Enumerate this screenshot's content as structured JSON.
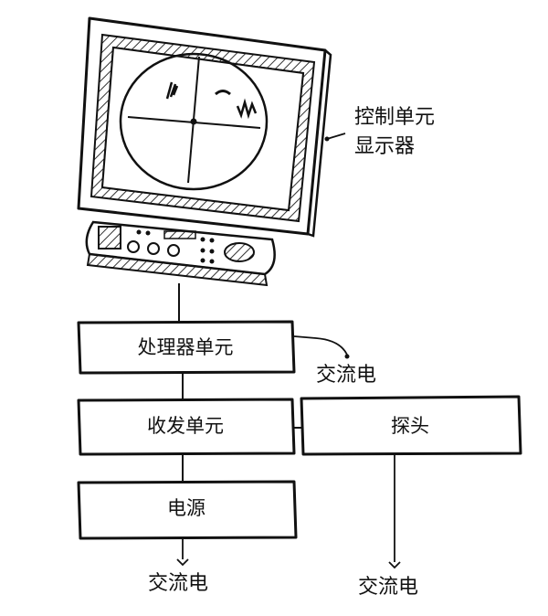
{
  "monitor": {
    "label_line1": "控制单元",
    "label_line2": "显示器"
  },
  "blocks": {
    "processor": "处理器单元",
    "transceiver": "收发单元",
    "power": "电源",
    "probe": "探头"
  },
  "ac_labels": {
    "processor_ac": "交流电",
    "power_ac": "交流电",
    "probe_ac": "交流电"
  },
  "colors": {
    "ink": "#111111",
    "background": "#ffffff",
    "hatch": "#555555"
  }
}
